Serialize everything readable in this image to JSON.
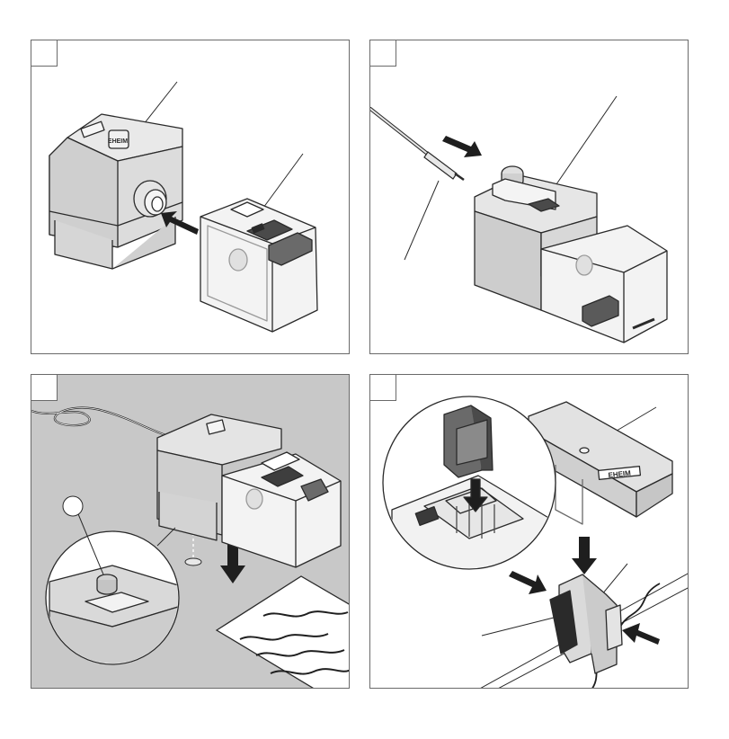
{
  "brand": {
    "logo_text": "EHEIM"
  },
  "colors": {
    "background": "#ffffff",
    "line": "#2a2a2a",
    "body_grey": "#d4d4d4",
    "table_grey": "#c8c8c8",
    "clear_body": "#f3f3f3",
    "arrow": "#1e1e1e"
  },
  "panels": [
    {
      "step_icon": "empty-step-tab"
    },
    {
      "step_icon": "empty-step-tab"
    },
    {
      "step_icon": "empty-step-tab"
    },
    {
      "step_icon": "empty-step-tab"
    }
  ]
}
